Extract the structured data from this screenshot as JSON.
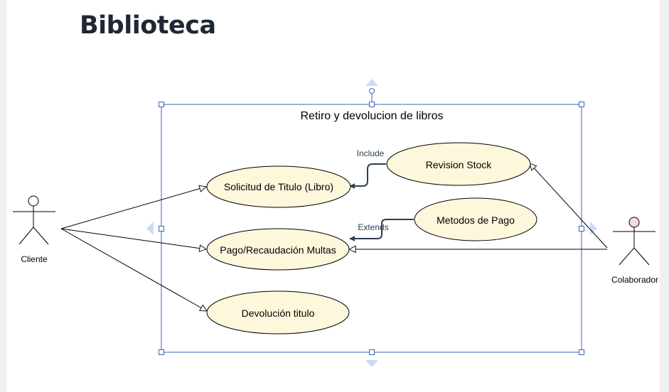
{
  "page": {
    "title": "Biblioteca"
  },
  "diagram": {
    "system_boundary": "Retiro y devolucion de libros",
    "actors": {
      "cliente": "Cliente",
      "colaborador": "Colaborador"
    },
    "use_cases": {
      "solicitud": "Solicitud de Titulo (Libro)",
      "pago": "Pago/Recaudación Multas",
      "devolucion": "Devolución titulo",
      "revision": "Revision Stock",
      "metodos": "Metodos de Pago"
    },
    "relations": {
      "include": "Include",
      "extends": "Extends"
    },
    "colors": {
      "usecase_fill": "#fdf8dc",
      "selection": "#3a62b8",
      "handle_fill": "#cddbf5",
      "connector": "#2b3f55"
    }
  }
}
